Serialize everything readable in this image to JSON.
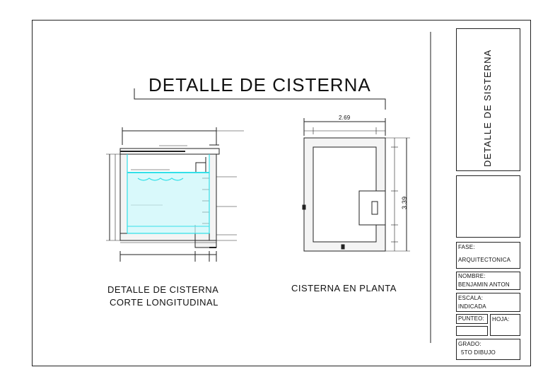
{
  "drawing": {
    "title": "DETALLE DE CISTERNA",
    "section_caption_line1": "DETALLE DE CISTERNA",
    "section_caption_line2": "CORTE LONGITUDINAL",
    "plan_caption": "CISTERNA EN PLANTA",
    "plan_width_dim": "2.69",
    "plan_height_dim": "3.39"
  },
  "title_block": {
    "sheet_title": "DETALLE DE SISTERNA",
    "fase_label": "FASE:",
    "fase_value": "ARQUITECTONICA",
    "nombre_label": "NOMBRE:",
    "nombre_value": "BENJAMIN ANTON",
    "escala_label": "ESCALA:",
    "escala_value": "INDICADA",
    "punteo_label": "PUNTEO:",
    "hoja_label": "HOJA:",
    "grado_label": "GRADO:",
    "grado_value": "5TO DIBUJO"
  },
  "colors": {
    "line": "#222222",
    "water": "#33e0e8",
    "water_fill": "#c9f7fa"
  }
}
